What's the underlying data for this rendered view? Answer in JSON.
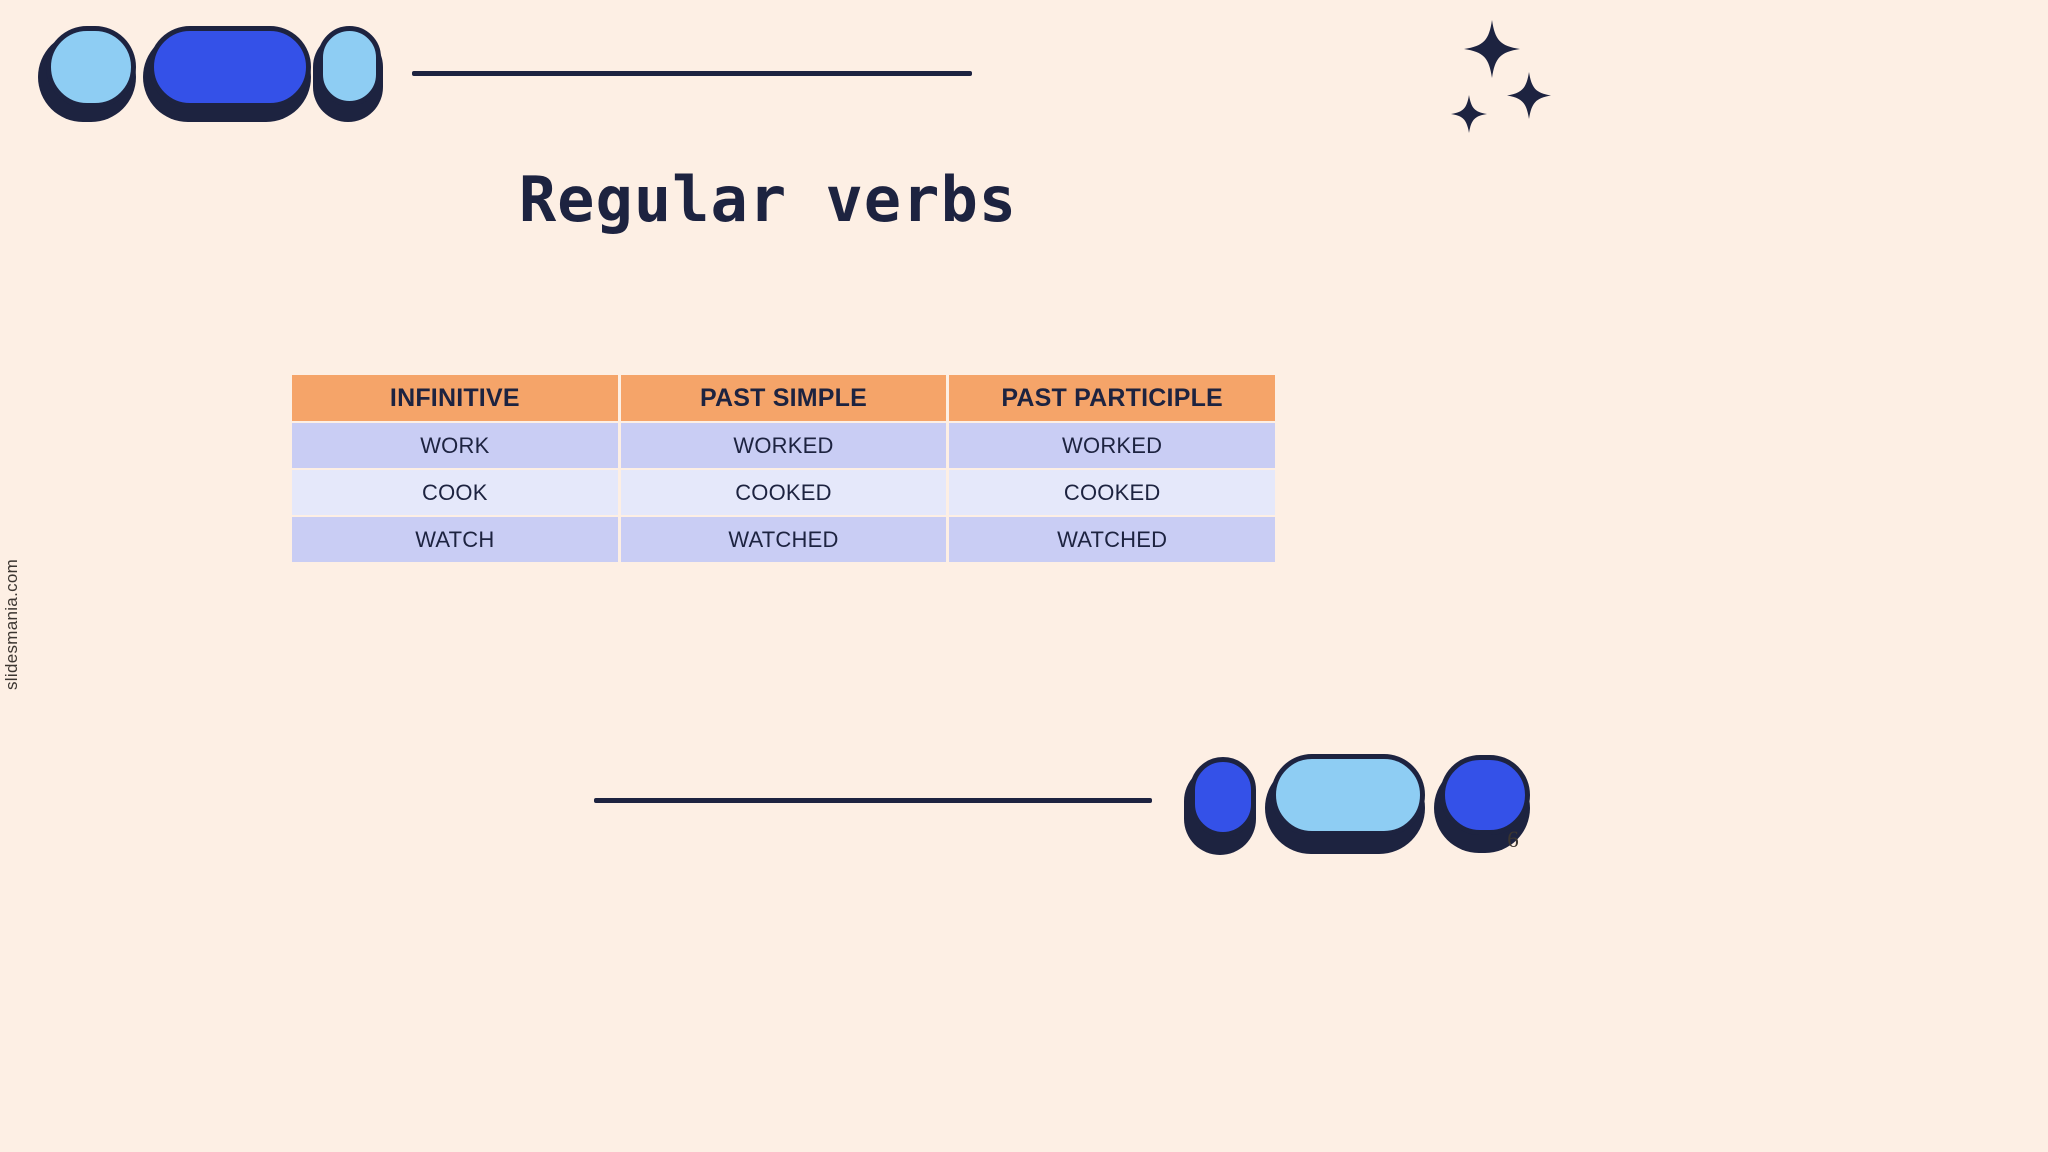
{
  "slide": {
    "title": "Regular verbs",
    "page_number": "6",
    "watermark": "slidesmania.com",
    "background_color": "#FDEFE4",
    "ink_color": "#1D2340",
    "accent_light_blue": "#8ECDF3",
    "accent_blue": "#3451E8",
    "table_header_color": "#F5A469",
    "table_row_dark_color": "#C9CDF4",
    "table_row_light_color": "#E5E8FA"
  },
  "decorations": {
    "top_left_shapes": [
      {
        "name": "circle-light-blue",
        "fill": "#8ECDF3"
      },
      {
        "name": "pill-blue",
        "fill": "#3451E8"
      },
      {
        "name": "circle-light-blue",
        "fill": "#8ECDF3"
      }
    ],
    "bottom_right_shapes": [
      {
        "name": "circle-blue",
        "fill": "#3451E8"
      },
      {
        "name": "pill-light-blue",
        "fill": "#8ECDF3"
      },
      {
        "name": "circle-blue",
        "fill": "#3451E8"
      }
    ],
    "sparkles_count": 3,
    "rules": [
      {
        "name": "rule-top"
      },
      {
        "name": "rule-bottom"
      }
    ]
  },
  "table": {
    "columns": [
      "INFINITIVE",
      "PAST SIMPLE",
      "PAST PARTICIPLE"
    ],
    "rows": [
      [
        "WORK",
        "WORKED",
        "WORKED"
      ],
      [
        "COOK",
        "COOKED",
        "COOKED"
      ],
      [
        "WATCH",
        "WATCHED",
        "WATCHED"
      ]
    ]
  }
}
